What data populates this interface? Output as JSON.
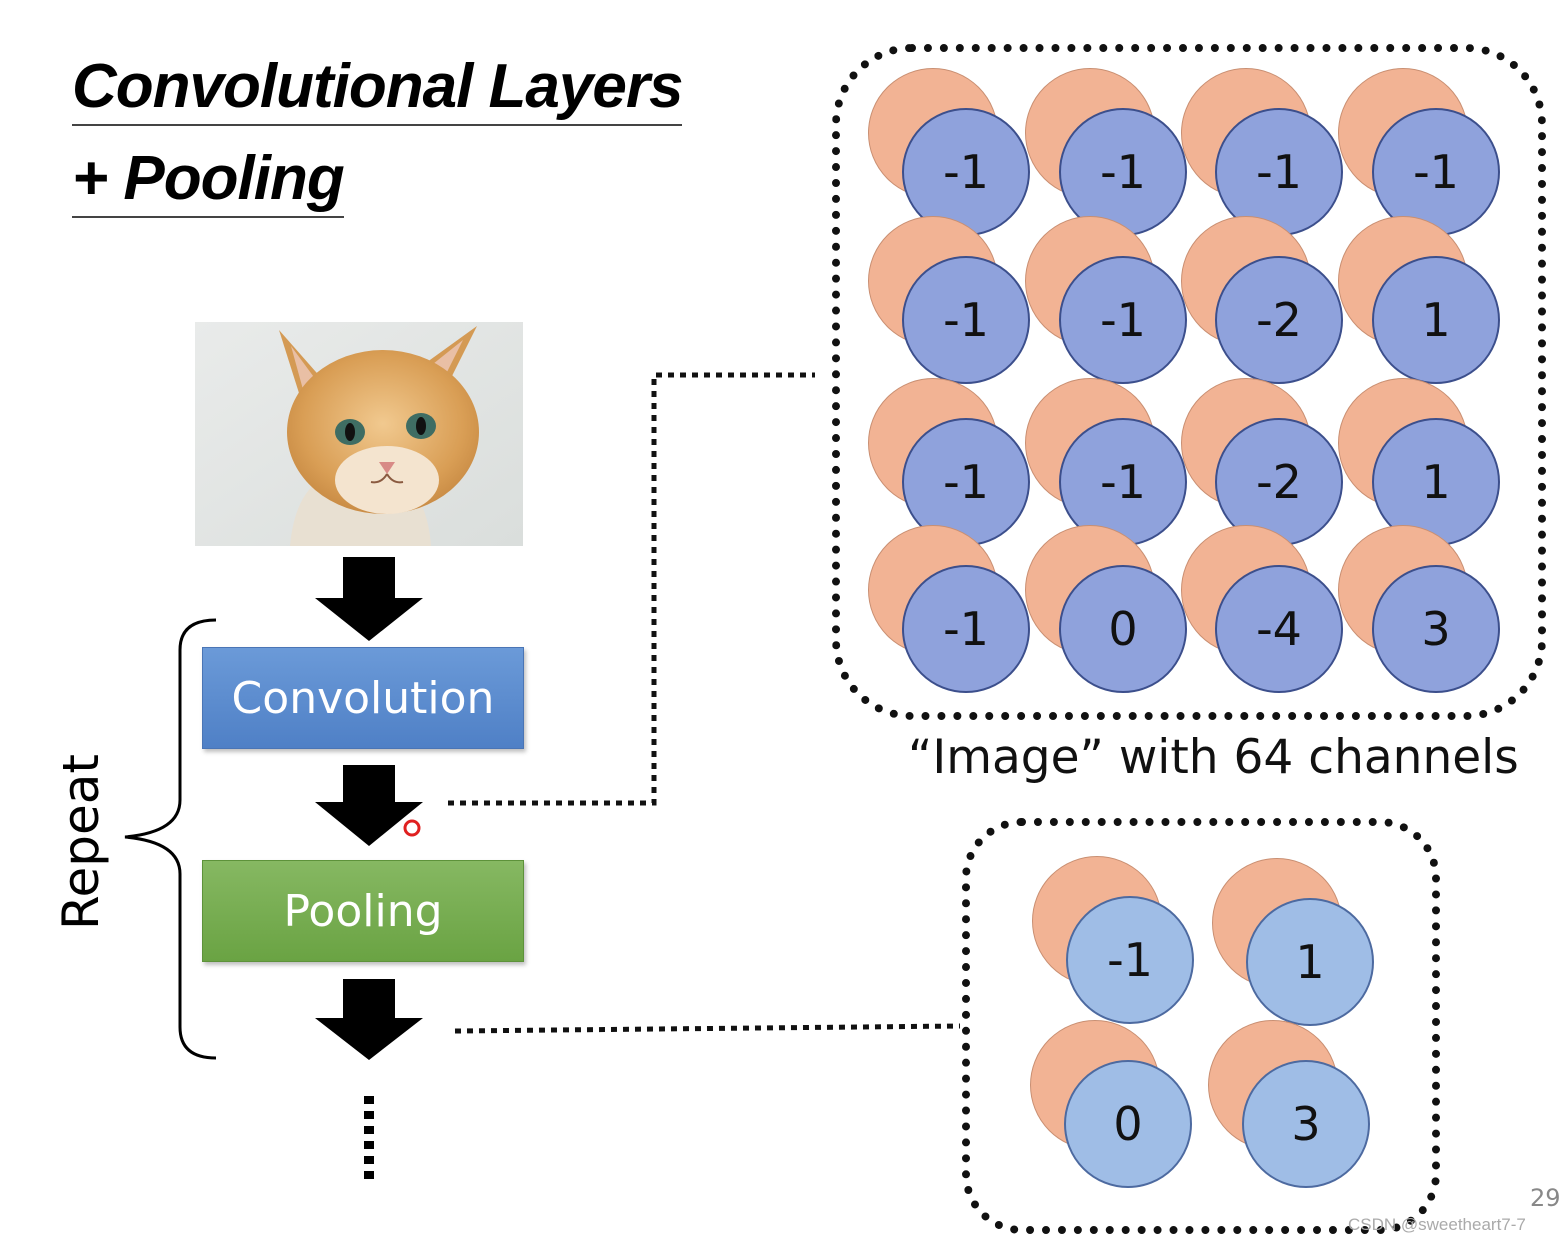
{
  "title": {
    "line1": "Convolutional Layers",
    "line2": "+ Pooling"
  },
  "flow": {
    "convolution_label": "Convolution",
    "pooling_label": "Pooling",
    "repeat_label": "Repeat"
  },
  "feature_map": {
    "caption": "“Image” with 64 channels",
    "values": [
      [
        "-1",
        "-1",
        "-1",
        "-1"
      ],
      [
        "-1",
        "-1",
        "-2",
        "1"
      ],
      [
        "-1",
        "-1",
        "-2",
        "1"
      ],
      [
        "-1",
        "0",
        "-4",
        "3"
      ]
    ]
  },
  "pooled_map": {
    "values": [
      [
        "-1",
        "1"
      ],
      [
        "0",
        "3"
      ]
    ]
  },
  "page_number": "29",
  "watermark": "CSDN @sweetheart7-7",
  "colors": {
    "convolution_block": "#5b8bd0",
    "pooling_block": "#78ae52",
    "front_circle": "#8fa2dc",
    "pooled_circle": "#9fbde6",
    "back_circle": "#f2b394"
  }
}
